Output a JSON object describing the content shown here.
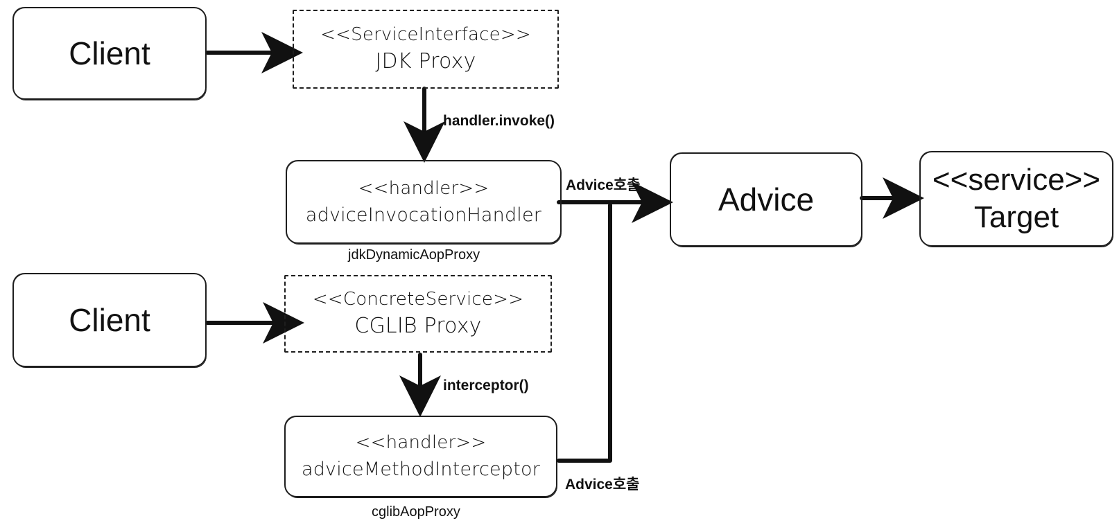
{
  "diagram": {
    "client_top": "Client",
    "client_bottom": "Client",
    "jdk_proxy": {
      "stereotype": "<<ServiceInterface>>",
      "name": "JDK Proxy"
    },
    "cglib_proxy": {
      "stereotype": "<<ConcreteService>>",
      "name": "CGLIB Proxy"
    },
    "invocation_handler": {
      "stereotype": "<<handler>>",
      "name": "adviceInvocationHandler",
      "caption": "jdkDynamicAopProxy"
    },
    "method_interceptor": {
      "stereotype": "<<handler>>",
      "name": "adviceMethodInterceptor",
      "caption": "cglibAopProxy"
    },
    "advice": "Advice",
    "target": {
      "stereotype": "<<service>>",
      "name": "Target"
    },
    "edge_labels": {
      "handler_invoke": "handler.invoke()",
      "interceptor": "interceptor()",
      "advice_call_top": "Advice호출",
      "advice_call_bottom": "Advice호출"
    },
    "colors": {
      "stroke": "#1e1e1e",
      "background": "#ffffff"
    }
  }
}
